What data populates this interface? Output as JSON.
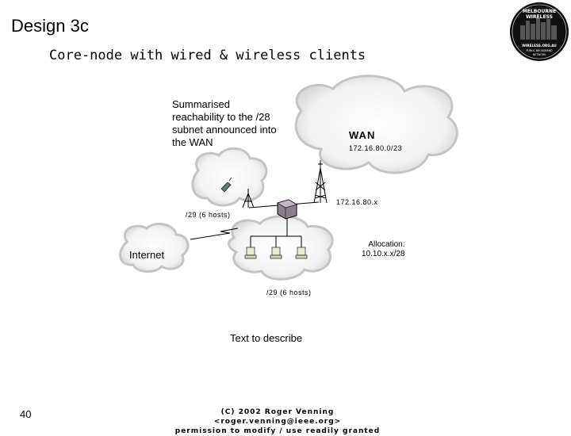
{
  "slide": {
    "title": "Design 3c",
    "subtitle": "Core-node with wired & wireless clients",
    "page_number": "40"
  },
  "diagram": {
    "note_lines": [
      "Summarised",
      "reachability to the /28",
      "subnet announced into",
      "the WAN"
    ],
    "wan_label": "WAN",
    "wan_prefix": "172.16.80.0/23",
    "node_ip": "172.16.80.x",
    "wireless_hosts": "/29 (6 hosts)",
    "allocation_lines": [
      "Allocation:",
      "10.10.x.x/28"
    ],
    "internet_label": "Internet",
    "wired_hosts": "/29 (6 hosts)",
    "describe_text": "Text to describe"
  },
  "footer": {
    "line1": "(C) 2002 Roger Venning <roger.venning@ieee.org>",
    "line2": "permission to modify / use readily granted"
  },
  "logo": {
    "line1": "MELBOURNE",
    "line2": "WIRELESS",
    "url": "WIRELESS.ORG.AU",
    "tag1": "PUBLIC BROADBAND",
    "tag2": "NETWORK"
  }
}
